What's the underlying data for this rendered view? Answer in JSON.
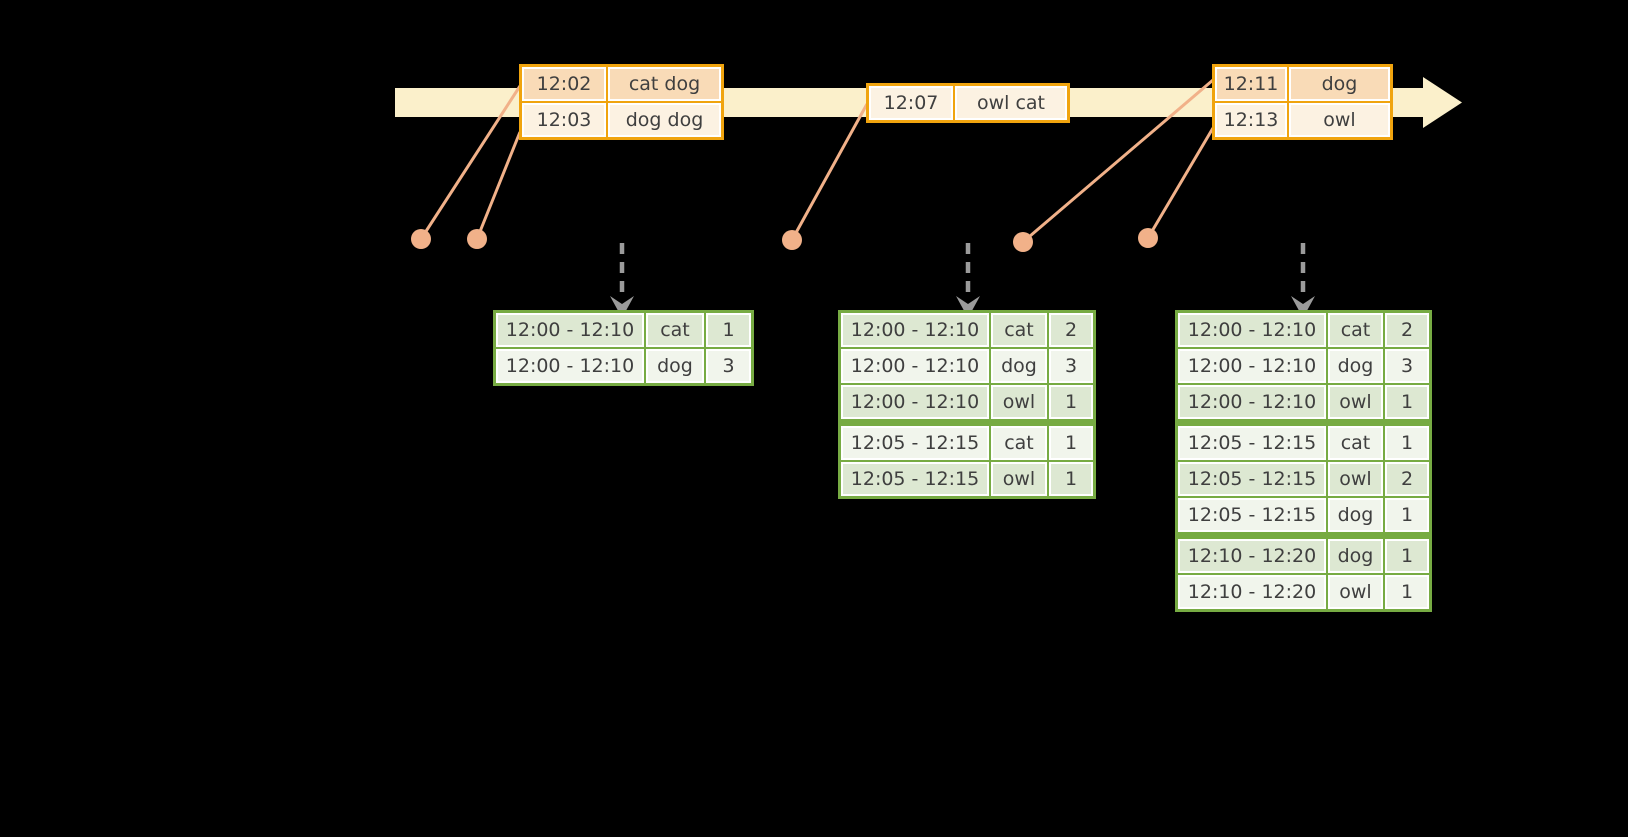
{
  "colors": {
    "background": "#000000",
    "timeline_band": "#FBF0CB",
    "event_table_border": "#F0A40E",
    "event_row_dark": "#F9DBB7",
    "event_row_light": "#FCF2E2",
    "connector_and_dots": "#F1B189",
    "trigger_arrow": "#9B9B9B",
    "result_table_border": "#77AB43",
    "result_row_dark": "#DDE8D2",
    "result_row_light": "#F1F5EC",
    "text": "#3F3F3F"
  },
  "event_tables": [
    {
      "rows": [
        {
          "time": "12:02",
          "words": "cat dog"
        },
        {
          "time": "12:03",
          "words": "dog dog"
        }
      ]
    },
    {
      "rows": [
        {
          "time": "12:07",
          "words": "owl cat"
        }
      ]
    },
    {
      "rows": [
        {
          "time": "12:11",
          "words": "dog"
        },
        {
          "time": "12:13",
          "words": "owl"
        }
      ]
    }
  ],
  "result_tables": [
    {
      "rows": [
        {
          "window": "12:00 - 12:10",
          "word": "cat",
          "count": "1"
        },
        {
          "window": "12:00 - 12:10",
          "word": "dog",
          "count": "3"
        }
      ]
    },
    {
      "rows": [
        {
          "window": "12:00 - 12:10",
          "word": "cat",
          "count": "2"
        },
        {
          "window": "12:00 - 12:10",
          "word": "dog",
          "count": "3"
        },
        {
          "window": "12:00 - 12:10",
          "word": "owl",
          "count": "1"
        },
        {
          "window": "12:05 - 12:15",
          "word": "cat",
          "count": "1"
        },
        {
          "window": "12:05 - 12:15",
          "word": "owl",
          "count": "1"
        }
      ]
    },
    {
      "rows": [
        {
          "window": "12:00 - 12:10",
          "word": "cat",
          "count": "2"
        },
        {
          "window": "12:00 - 12:10",
          "word": "dog",
          "count": "3"
        },
        {
          "window": "12:00 - 12:10",
          "word": "owl",
          "count": "1"
        },
        {
          "window": "12:05 - 12:15",
          "word": "cat",
          "count": "1"
        },
        {
          "window": "12:05 - 12:15",
          "word": "owl",
          "count": "2"
        },
        {
          "window": "12:05 - 12:15",
          "word": "dog",
          "count": "1"
        },
        {
          "window": "12:10 - 12:20",
          "word": "dog",
          "count": "1"
        },
        {
          "window": "12:10 - 12:20",
          "word": "owl",
          "count": "1"
        }
      ]
    }
  ]
}
